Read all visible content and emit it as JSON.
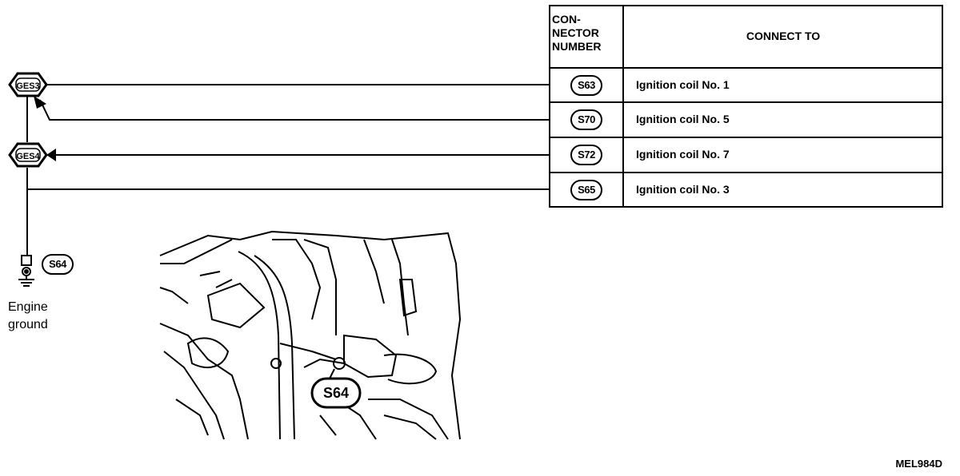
{
  "table": {
    "header_connector": "CON-\nNECTOR\nNUMBER",
    "header_connect_to": "CONNECT TO",
    "rows": [
      {
        "connector": "S63",
        "label": "Ignition coil No. 1"
      },
      {
        "connector": "S70",
        "label": "Ignition coil No. 5"
      },
      {
        "connector": "S72",
        "label": "Ignition coil No. 7"
      },
      {
        "connector": "S65",
        "label": "Ignition coil No. 3"
      }
    ]
  },
  "junctions": {
    "upper": "GES3",
    "lower": "GES4"
  },
  "ground": {
    "connector": "S64",
    "label": "Engine\nground"
  },
  "photo": {
    "callout": "S64"
  },
  "figure_code": "MEL984D"
}
